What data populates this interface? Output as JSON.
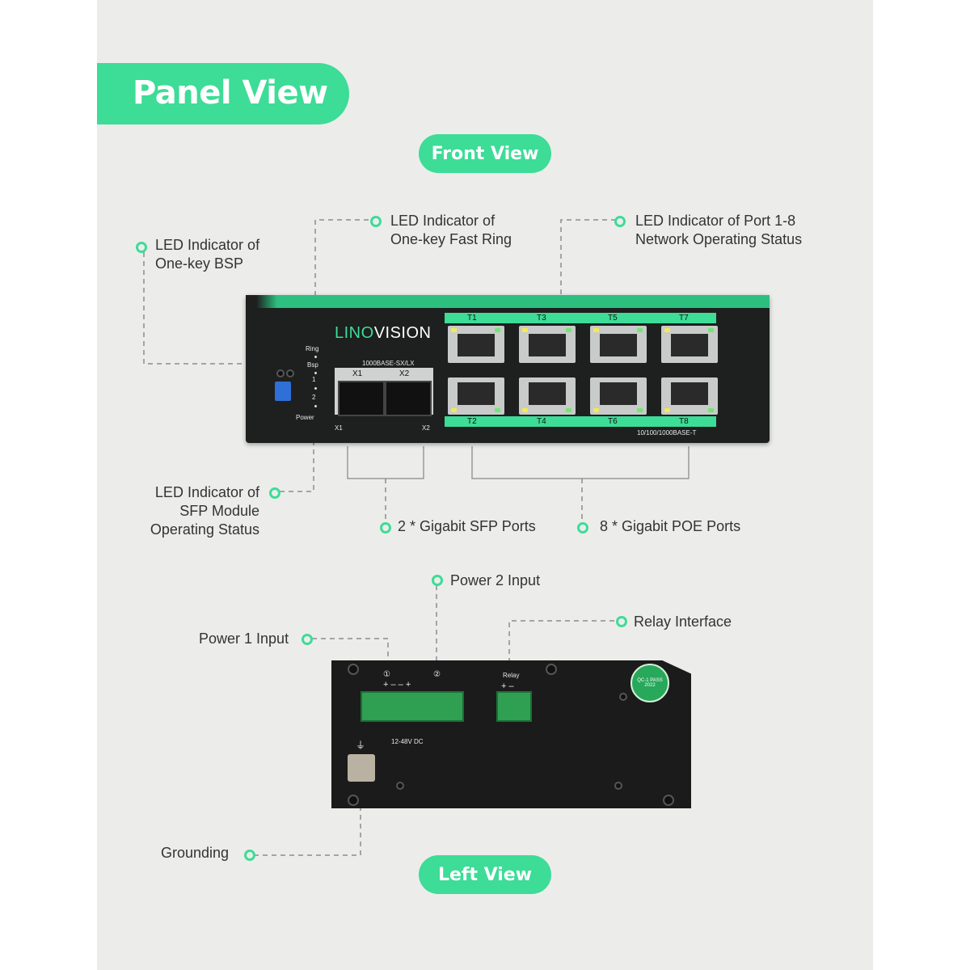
{
  "header": {
    "title": "Panel View"
  },
  "sections": {
    "front": "Front View",
    "left": "Left View"
  },
  "front_labels": {
    "bsp": [
      "LED Indicator of",
      "One-key BSP"
    ],
    "ring": [
      "LED Indicator of",
      "One-key Fast Ring"
    ],
    "ports": [
      "LED Indicator of Port 1-8",
      "Network Operating Status"
    ],
    "sfp_led": [
      "LED Indicator of",
      "SFP Module",
      "Operating Status"
    ],
    "sfp_ports": "2 * Gigabit SFP Ports",
    "poe_ports": "8 * Gigabit POE Ports"
  },
  "left_labels": {
    "power2": "Power 2 Input",
    "power1": "Power 1 Input",
    "relay": "Relay Interface",
    "grounding": "Grounding"
  },
  "device_front": {
    "brand_a": "LINO",
    "brand_b": "VISION",
    "sfp_spec": "1000BASE-SX/LX",
    "sfp_names": [
      "X1",
      "X2"
    ],
    "led_names": [
      "Ring",
      "Bsp",
      "1",
      "2",
      "Power"
    ],
    "port_top": [
      "T1",
      "T3",
      "T5",
      "T7"
    ],
    "port_bottom": [
      "T2",
      "T4",
      "T6",
      "T8"
    ],
    "rj_spec": "10/100/1000BASE-T"
  },
  "device_side": {
    "p1": "①",
    "p2": "②",
    "polarity": "+   –   –   +",
    "voltage": "12-48V DC",
    "relay": "Relay",
    "relay_pol": "+  –",
    "cert": "QC-1 PASS 2022"
  },
  "colors": {
    "accent": "#3ddc97",
    "panel_bg": "#ecedeb",
    "device": "#1e1f1f"
  }
}
